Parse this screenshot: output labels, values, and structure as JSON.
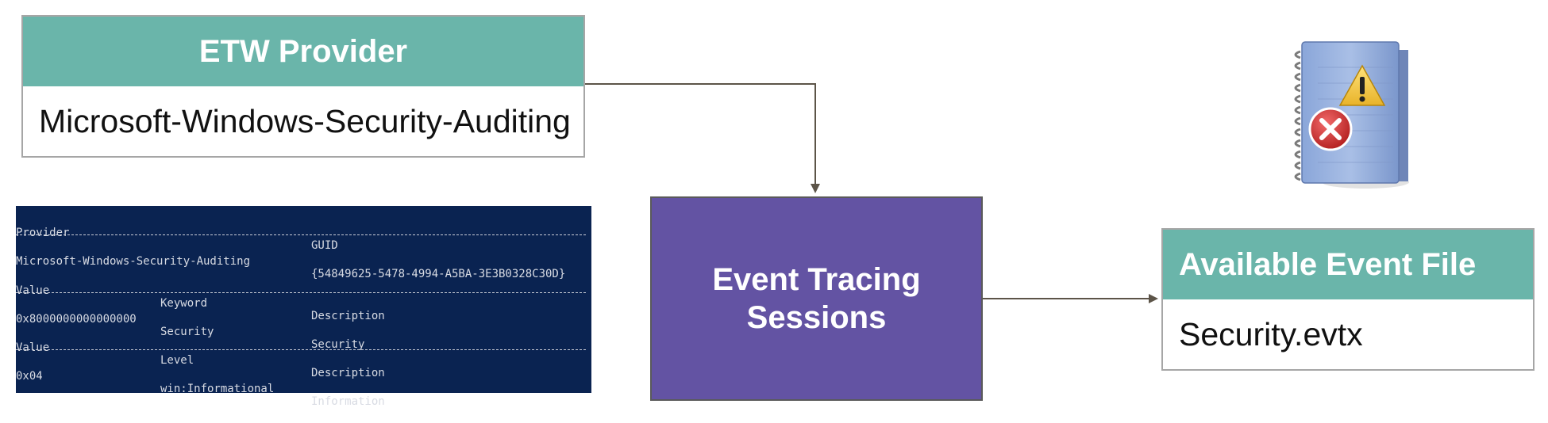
{
  "etw_provider": {
    "title": "ETW Provider",
    "name": "Microsoft-Windows-Security-Auditing"
  },
  "terminal": {
    "rows": [
      {
        "c1": "Provider",
        "c2": "",
        "c3": "GUID"
      },
      {
        "c1": "Microsoft-Windows-Security-Auditing",
        "c2": "",
        "c3": "{54849625-5478-4994-A5BA-3E3B0328C30D}"
      },
      {
        "c1": "Value",
        "c2": "Keyword",
        "c3": "Description"
      },
      {
        "c1": "0x8000000000000000",
        "c2": "Security",
        "c3": "Security"
      },
      {
        "c1": "Value",
        "c2": "Level",
        "c3": "Description"
      },
      {
        "c1": "0x04",
        "c2": "win:Informational",
        "c3": "Information"
      }
    ]
  },
  "event_tracing": {
    "line1": "Event Tracing",
    "line2": "Sessions"
  },
  "event_file": {
    "title": "Available Event File",
    "name": "Security.evtx"
  },
  "icons": {
    "event_log": "event-log-icon"
  },
  "colors": {
    "header_teal": "#6ab5aa",
    "ets_purple": "#6353a3",
    "terminal_bg": "#0a2351",
    "arrow": "#5c5448"
  }
}
